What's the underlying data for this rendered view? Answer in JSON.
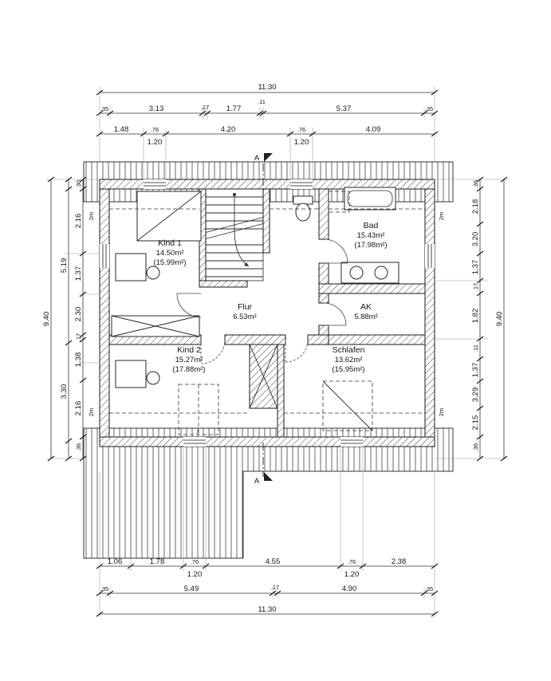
{
  "rooms": {
    "kind1": {
      "name": "Kind 1",
      "area": "14.50m²",
      "area_alt": "(15.99m²)"
    },
    "kind2": {
      "name": "Kind 2",
      "area": "15.27m²",
      "area_alt": "(17.88m²)"
    },
    "bad": {
      "name": "Bad",
      "area": "15.43m²",
      "area_alt": "(17.98m²)"
    },
    "flur": {
      "name": "Flur",
      "area": "6.53m²"
    },
    "ak": {
      "name": "AK",
      "area": "5.88m²"
    },
    "schlafen": {
      "name": "Schlafen",
      "area": "13.62m²",
      "area_alt": "(15.95m²)"
    }
  },
  "annotations": {
    "section_label": "A",
    "height_line": "2m"
  },
  "dims": {
    "top": {
      "overall": "11.30",
      "row2": [
        ".35",
        "3.13",
        ".17",
        "1.77",
        ".11",
        "5.37",
        ".35"
      ],
      "row3": [
        "1.48",
        ".76",
        "4.20",
        ".76",
        "4.09"
      ],
      "windows": [
        "1.20",
        "1.20"
      ]
    },
    "bottom": {
      "row1": [
        "1.06",
        "1.78",
        ".76",
        "4.55",
        ".76",
        "2.38"
      ],
      "windows": [
        "1.20",
        "1.20"
      ],
      "row2": [
        ".35",
        "5.49",
        ".17",
        "4.90",
        ".35"
      ],
      "overall": "11.30"
    },
    "left": {
      "overall": "9.40",
      "outer": [
        "5.19",
        "3.30"
      ],
      "inner": [
        ".30",
        "2.16",
        "1.37",
        "2.30",
        ".17",
        "1.38",
        "2.16",
        ".36"
      ]
    },
    "right": {
      "overall": "9.40",
      "chain": [
        ".36",
        "2.18",
        "3.20",
        "1.37",
        ".17",
        "1.82",
        ".11",
        "1.37",
        "3.29",
        "2.15",
        ".36"
      ]
    }
  }
}
